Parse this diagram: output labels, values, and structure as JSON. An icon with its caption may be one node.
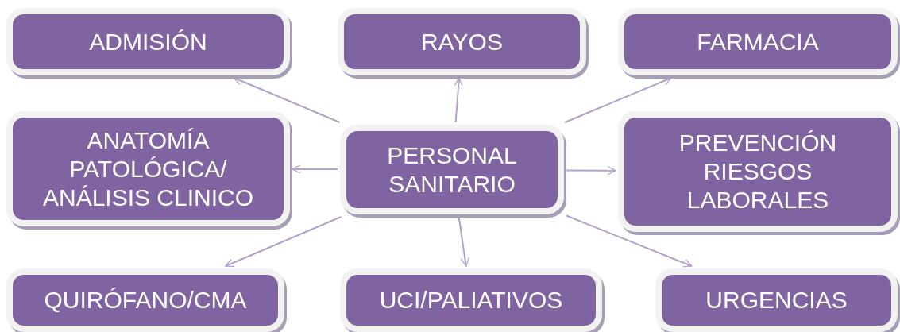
{
  "diagram": {
    "nodes": [
      {
        "text": [
          "ADMISIÓN"
        ]
      },
      {
        "text": [
          "RAYOS"
        ]
      },
      {
        "text": [
          "FARMACIA"
        ]
      },
      {
        "text": [
          "ANATOMÍA PATOLÓGICA/ ANÁLISIS CLINICO"
        ]
      },
      {
        "text": [
          "PERSONAL SANITARIO"
        ]
      },
      {
        "text": [
          "PREVENCIÓN RIESGOS LABORALES"
        ]
      },
      {
        "text": [
          "QUIRÓFANO/CMA"
        ]
      },
      {
        "text": [
          "UCI/PALIATIVOS"
        ]
      },
      {
        "text": [
          "URGENCIAS"
        ]
      }
    ],
    "edges": [
      {
        "from": 4,
        "to": 0,
        "arrow": "to"
      },
      {
        "from": 4,
        "to": 1,
        "arrow": "to"
      },
      {
        "from": 4,
        "to": 2,
        "arrow": "to"
      },
      {
        "from": 4,
        "to": 3,
        "arrow": "to"
      },
      {
        "from": 4,
        "to": 5,
        "arrow": "to"
      },
      {
        "from": 4,
        "to": 6,
        "arrow": "to"
      },
      {
        "from": 4,
        "to": 7,
        "arrow": "to"
      },
      {
        "from": 4,
        "to": 8,
        "arrow": "to"
      }
    ]
  }
}
